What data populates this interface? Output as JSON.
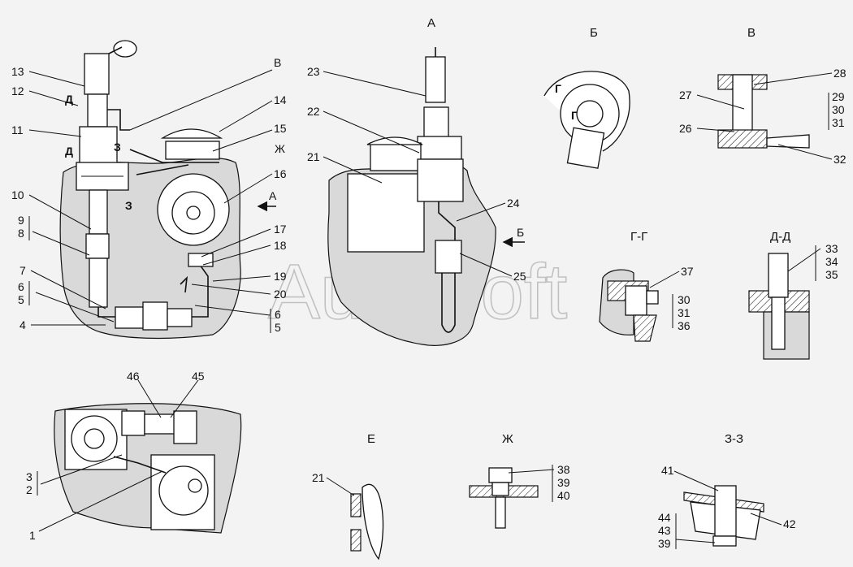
{
  "watermark": "AutoSoft",
  "view_titles": {
    "a": "А",
    "b": "Б",
    "v": "В",
    "gg": "Г-Г",
    "dd": "Д-Д",
    "e": "Е",
    "zh": "Ж",
    "zz": "З-З"
  },
  "view_markers": {
    "d_top": "Д",
    "d_bottom": "Д",
    "z_top": "З",
    "z_bottom": "З",
    "v_label": "В",
    "zh_label": "Ж",
    "a_arrow": "А",
    "b_arrow": "Б",
    "g_top": "Г",
    "g_bottom": "Г"
  },
  "callouts": {
    "c1": "1",
    "c2": "2",
    "c3": "3",
    "c4": "4",
    "c5a": "5",
    "c5b": "5",
    "c6a": "6",
    "c6b": "6",
    "c7": "7",
    "c8": "8",
    "c9": "9",
    "c10": "10",
    "c11": "11",
    "c12": "12",
    "c13": "13",
    "c14": "14",
    "c15": "15",
    "c16": "16",
    "c17": "17",
    "c18": "18",
    "c19": "19",
    "c20": "20",
    "c21a": "21",
    "c21b": "21",
    "c22": "22",
    "c23": "23",
    "c24": "24",
    "c25": "25",
    "c26": "26",
    "c27": "27",
    "c28": "28",
    "c29": "29",
    "c30a": "30",
    "c30b": "30",
    "c31a": "31",
    "c31b": "31",
    "c32": "32",
    "c33": "33",
    "c34": "34",
    "c35": "35",
    "c36": "36",
    "c37": "37",
    "c38": "38",
    "c39a": "39",
    "c39b": "39",
    "c40": "40",
    "c41": "41",
    "c42": "42",
    "c43": "43",
    "c44": "44",
    "c45": "45",
    "c46": "46"
  }
}
